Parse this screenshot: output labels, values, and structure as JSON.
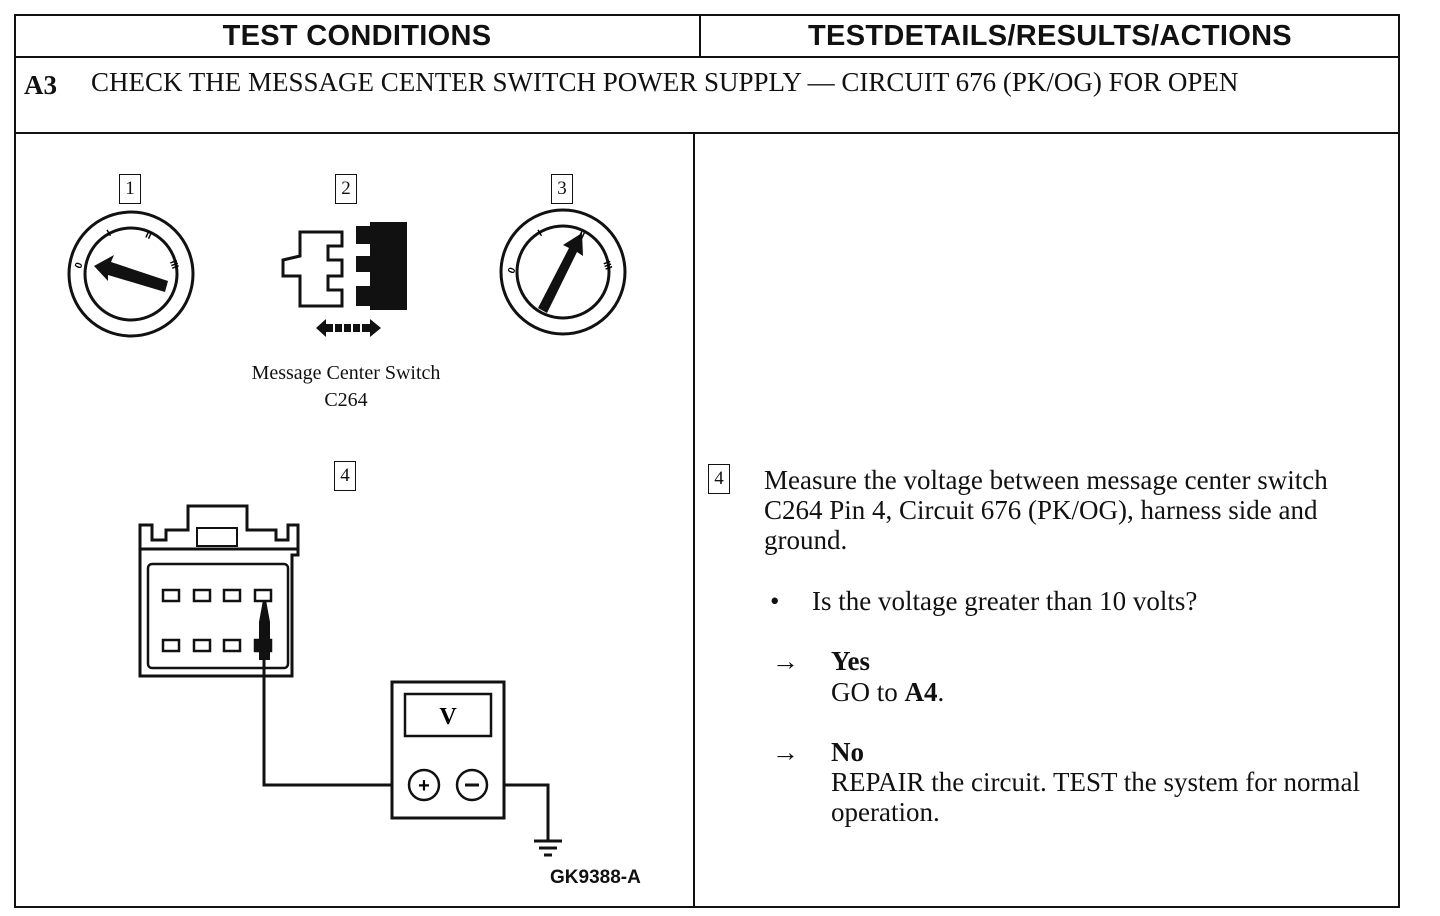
{
  "header": {
    "left": "TEST CONDITIONS",
    "right": "TESTDETAILS/RESULTS/ACTIONS"
  },
  "step": {
    "id": "A3",
    "title": "CHECK THE MESSAGE CENTER SWITCH POWER SUPPLY — CIRCUIT 676 (PK/OG) FOR OPEN"
  },
  "figure": {
    "boxes": [
      "1",
      "2",
      "3",
      "4"
    ],
    "ignition_marks": [
      "0",
      "I",
      "II",
      "III"
    ],
    "caption_line1": "Message Center Switch",
    "caption_line2": "C264",
    "meter_label": "V",
    "figure_id": "GK9388-A",
    "icons": [
      "ignition-switch-off-icon",
      "connector-disconnect-icon",
      "ignition-switch-run-icon",
      "connector-face-icon",
      "voltmeter-icon",
      "ground-symbol-icon"
    ]
  },
  "details": {
    "box": "4",
    "instruction": "Measure the voltage between message center switch C264 Pin 4, Circuit 676 (PK/OG), harness side and ground.",
    "bullet": "•",
    "question": "Is the voltage greater than 10 volts?",
    "arrow": "→",
    "yes_label": "Yes",
    "yes_action_text": "GO to ",
    "yes_action_target": "A4",
    "yes_action_end": ".",
    "no_label": "No",
    "no_action": "REPAIR the circuit. TEST the system for normal operation."
  }
}
